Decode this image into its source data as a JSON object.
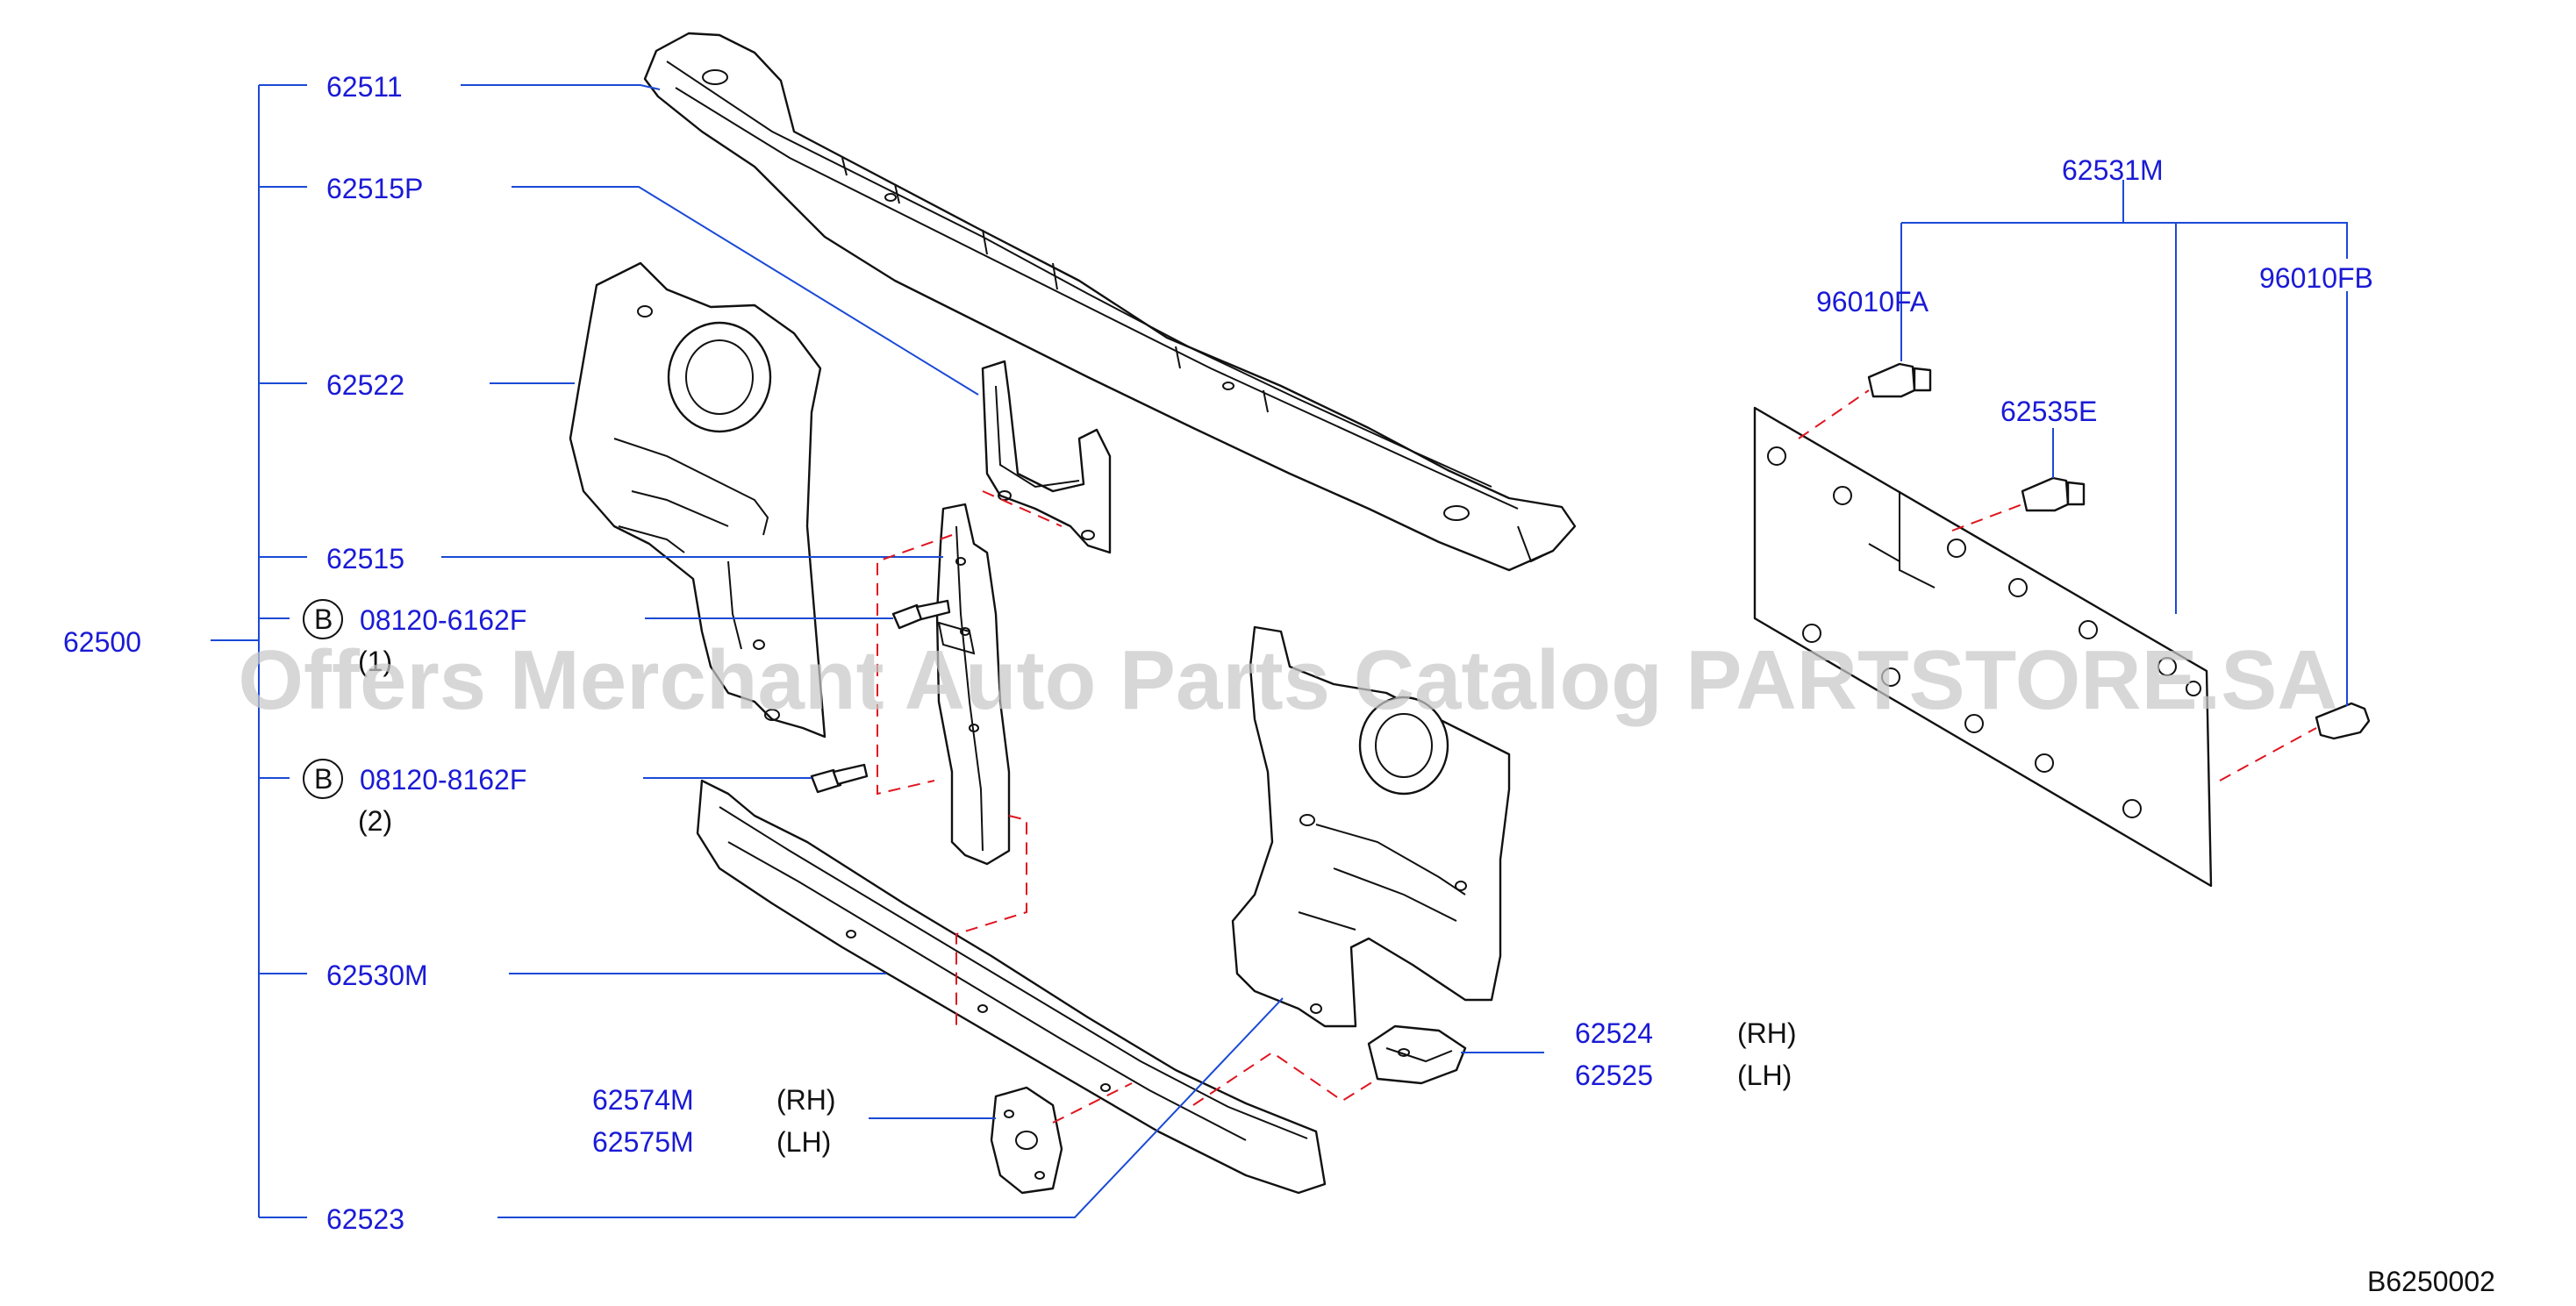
{
  "diagram_code": "B6250002",
  "watermark": "Offers Merchant Auto Parts Catalog PARTSTORE.SA",
  "assembly": "62500",
  "bolt_symbol": "B",
  "colors": {
    "part_number": "#1a1ad6",
    "leader": "#1a4ad6",
    "dashed": "#e0141e"
  },
  "labels": {
    "p62511": "62511",
    "p62515P": "62515P",
    "p62522": "62522",
    "p62515": "62515",
    "bolt1": "08120-6162F",
    "bolt1_qty": "(1)",
    "bolt2": "08120-8162F",
    "bolt2_qty": "(2)",
    "p62530M": "62530M",
    "p62574M": "62574M",
    "p62574M_side": "(RH)",
    "p62575M": "62575M",
    "p62575M_side": "(LH)",
    "p62523": "62523",
    "p62524": "62524",
    "p62524_side": "(RH)",
    "p62525": "62525",
    "p62525_side": "(LH)",
    "p62531M": "62531M",
    "p96010FA": "96010FA",
    "p96010FB": "96010FB",
    "p62535E": "62535E"
  }
}
